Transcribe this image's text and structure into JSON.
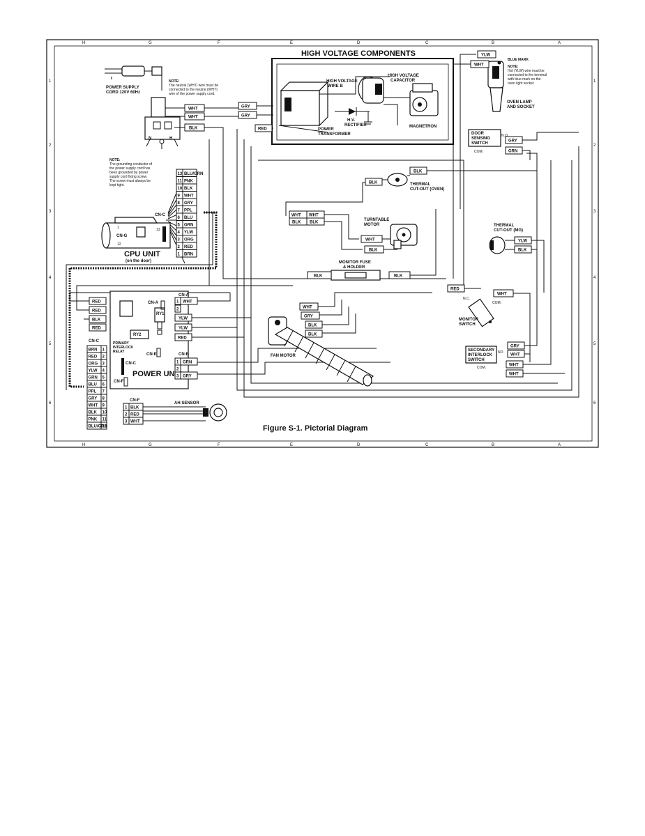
{
  "figure": {
    "caption": "Figure S-1. Pictorial Diagram",
    "hv_title": "HIGH VOLTAGE COMPONENTS",
    "grid_top": [
      "H",
      "G",
      "F",
      "E",
      "D",
      "C",
      "B",
      "A"
    ],
    "grid_bottom": [
      "H",
      "G",
      "F",
      "E",
      "D",
      "C",
      "B",
      "A"
    ],
    "grid_side": [
      "1",
      "2",
      "3",
      "4",
      "5",
      "6"
    ]
  },
  "labels": {
    "power_supply": "POWER SUPPLY",
    "power_cord": "CORD 120V 60Hz",
    "note1_title": "NOTE:",
    "note1_l1": "The neutral (WHT) wire must be",
    "note1_l2": "connected to the neutral (WHT)",
    "note1_l3": "wire of the power supply cord.",
    "note2_title": "NOTE:",
    "note2_l1": "The grounding conductor of",
    "note2_l2": "the power supply cord has",
    "note2_l3": "been grounded by power",
    "note2_l4": "supply cord fixing screw.",
    "note2_l5": "The screw must always be",
    "note2_l6": "kept tight.",
    "hv_wire": "HIGH VOLTAGE",
    "hv_wire2": "WIRE B",
    "hv_cap": "HIGH VOLTAGE",
    "hv_cap2": "CAPACITOR",
    "hv_rect": "H.V.",
    "hv_rect2": "RECTIFIER",
    "power_tr": "POWER",
    "power_tr2": "TRANSFORMER",
    "magnetron": "MAGNETRON",
    "blue_mark": "BLUE MARK",
    "note3_title": "NOTE:",
    "note3_l1": "Hot (YLW) wire must be",
    "note3_l2": "connected to the terminal",
    "note3_l3": "with blue mark on the",
    "note3_l4": "oven light socket.",
    "oven_lamp": "OVEN LAMP",
    "oven_lamp2": "AND SOCKET",
    "door_sw": "DOOR",
    "door_sw2": "SENSING",
    "door_sw3": "SWITCH",
    "no": "N.O.",
    "com": "COM.",
    "thermal_oven": "THERMAL",
    "thermal_oven2": "CUT-OUT (OVEN)",
    "turntable": "TURNTABLE",
    "turntable2": "MOTOR",
    "thermal_mg": "THERMAL",
    "thermal_mg2": "CUT-OUT (MG)",
    "fuse": "MONITOR FUSE",
    "fuse2": "& HOLDER",
    "nc": "N.C.",
    "com2": "COM.",
    "monitor_sw": "MONITOR",
    "monitor_sw2": "SWITCH",
    "fan_motor": "FAN MOTOR",
    "secondary": "SECONDARY",
    "secondary2": "INTERLOCK",
    "secondary3": "SWITCH",
    "no2": "NO",
    "com3": "COM.",
    "cpu_unit": "CPU UNIT",
    "cpu_unit2": "(on the door)",
    "cn_c_cpu": "CN-C",
    "cn_g": "CN-G",
    "power_unit": "POWER UNIT",
    "cn_a": "CN-A",
    "cn_b": "CN-B",
    "cn_c": "CN-C",
    "cn_f": "CN-F",
    "cn_e": "CN-E",
    "ry1": "RY1",
    "ry2": "RY2",
    "primary": "PRIMARY",
    "primary2": "INTERLOCK",
    "primary3": "RELAY",
    "ah_sensor": "AH SENSOR",
    "plug_n": "N",
    "plug_h": "H"
  },
  "wires": {
    "plug": [
      "WHT",
      "WHT",
      "BLK"
    ],
    "hv": [
      "GRY",
      "GRY",
      "RED"
    ],
    "lamp": [
      "YLW",
      "WHT"
    ],
    "door": [
      "GRY",
      "GRN"
    ],
    "thermal_top": [
      "BLK",
      "BLK"
    ],
    "turntable_a": [
      "WHT",
      "WHT"
    ],
    "turntable_b": [
      "BLK",
      "BLK"
    ],
    "turntable_c": [
      "WHT",
      "BLK"
    ],
    "thermal_mg": [
      "YLW",
      "BLK"
    ],
    "fuse": [
      "BLK",
      "BLK"
    ],
    "monitor": [
      "RED",
      "WHT"
    ],
    "fan": [
      "WHT",
      "GRY",
      "BLK",
      "BLK"
    ],
    "secondary": [
      "GRY",
      "WHT",
      "WHT",
      "WHT"
    ],
    "pu_left": [
      "RED",
      "RED",
      "BLK",
      "RED"
    ],
    "cn_a": [
      "WHT",
      "YLW",
      "YLW",
      "RED"
    ],
    "cn_b": [
      "GRN",
      "GRY"
    ],
    "cn_f": [
      "BLK",
      "RED",
      "WHT"
    ]
  },
  "cpu_pins": [
    {
      "n": "13",
      "c": "BLU/GRN"
    },
    {
      "n": "11",
      "c": "PNK"
    },
    {
      "n": "10",
      "c": "BLK"
    },
    {
      "n": "9",
      "c": "WHT"
    },
    {
      "n": "8",
      "c": "GRY"
    },
    {
      "n": "7",
      "c": "PPL"
    },
    {
      "n": "6",
      "c": "BLU"
    },
    {
      "n": "5",
      "c": "GRN"
    },
    {
      "n": "4",
      "c": "YLW"
    },
    {
      "n": "3",
      "c": "ORG"
    },
    {
      "n": "2",
      "c": "RED"
    },
    {
      "n": "1",
      "c": "BRN"
    }
  ],
  "pu_pins": [
    {
      "n": "1",
      "c": "BRN"
    },
    {
      "n": "2",
      "c": "RED"
    },
    {
      "n": "3",
      "c": "ORG"
    },
    {
      "n": "4",
      "c": "YLW"
    },
    {
      "n": "5",
      "c": "GRN"
    },
    {
      "n": "6",
      "c": "BLU"
    },
    {
      "n": "7",
      "c": "PPL"
    },
    {
      "n": "8",
      "c": "GRY"
    },
    {
      "n": "9",
      "c": "WHT"
    },
    {
      "n": "10",
      "c": "BLK"
    },
    {
      "n": "11",
      "c": "PNK"
    },
    {
      "n": "12",
      "c": "BLU/GRN"
    }
  ]
}
